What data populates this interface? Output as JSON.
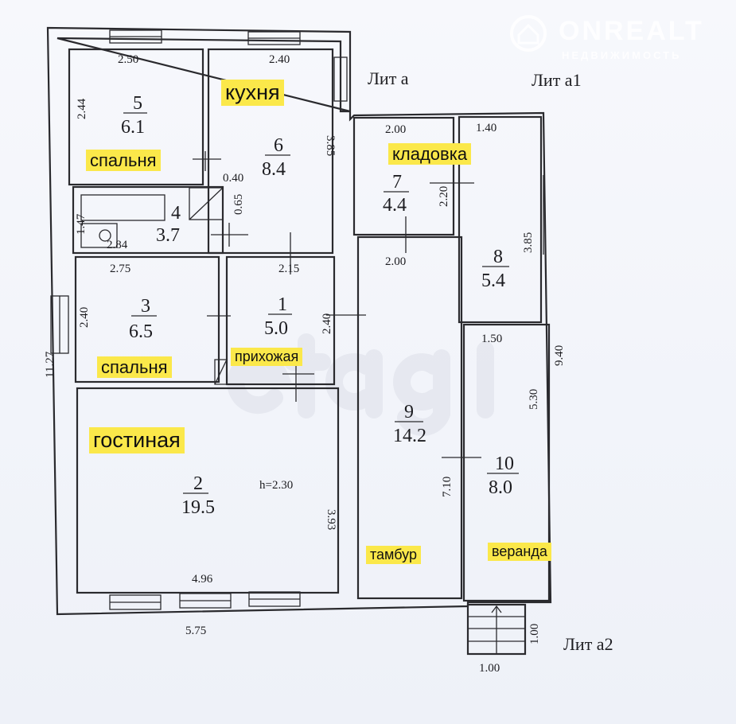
{
  "watermark": {
    "brand": "ONREALT",
    "subtitle": "НЕДВИЖИМОСТЬ",
    "center": "etagi"
  },
  "lit": {
    "a": "Лит а",
    "a1": "Лит а1",
    "a2": "Лит а2"
  },
  "rooms": [
    {
      "id": "5",
      "num": "5",
      "area": "6.1",
      "name": "спальня"
    },
    {
      "id": "6",
      "num": "6",
      "area": "8.4",
      "name": "кухня"
    },
    {
      "id": "4",
      "num": "4",
      "area": "3.7"
    },
    {
      "id": "3",
      "num": "3",
      "area": "6.5",
      "name": "спальня"
    },
    {
      "id": "1",
      "num": "1",
      "area": "5.0",
      "name": "прихожая"
    },
    {
      "id": "2",
      "num": "2",
      "area": "19.5",
      "name": "гостиная",
      "height": "h=2.30"
    },
    {
      "id": "7",
      "num": "7",
      "area": "4.4",
      "name": "кладовка"
    },
    {
      "id": "8",
      "num": "8",
      "area": "5.4"
    },
    {
      "id": "9",
      "num": "9",
      "area": "14.2",
      "name": "тамбур"
    },
    {
      "id": "10",
      "num": "10",
      "area": "8.0",
      "name": "веранда"
    }
  ],
  "dims": {
    "d250": "2.50",
    "d240a": "2.40",
    "d244": "2.44",
    "d385a": "3.85",
    "d040": "0.40",
    "d065": "0.65",
    "d147": "1.47",
    "d284": "2.84",
    "d275": "2.75",
    "d215": "2.15",
    "d240b": "2.40",
    "d240c": "2.40",
    "d1127": "11.27",
    "d393": "3.93",
    "d496": "4.96",
    "d575": "5.75",
    "d200a": "2.00",
    "d140": "1.40",
    "d220": "2.20",
    "d385b": "3.85",
    "d200b": "2.00",
    "d150": "1.50",
    "d940": "9.40",
    "d530": "5.30",
    "d710": "7.10",
    "d100a": "1.00",
    "d100b": "1.00"
  }
}
